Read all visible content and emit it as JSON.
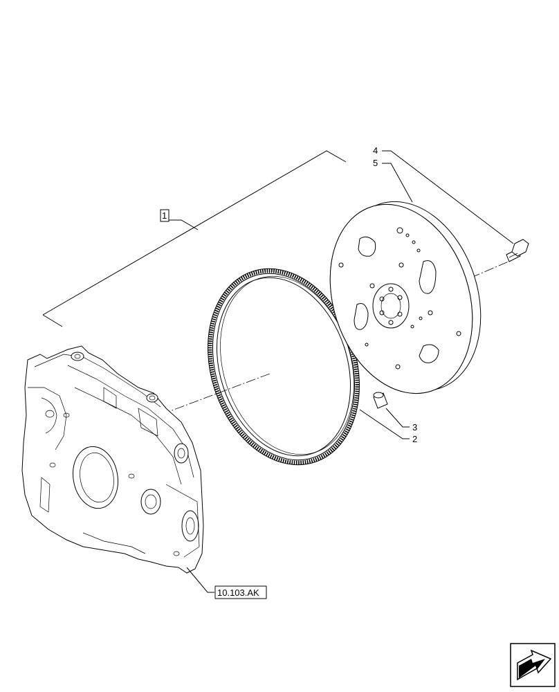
{
  "callouts": {
    "item_1": "1",
    "item_2": "2",
    "item_3": "3",
    "item_4": "4",
    "item_5": "5",
    "reference": "10.103.AK"
  },
  "icons": {
    "navigation": "arrow-icon"
  }
}
